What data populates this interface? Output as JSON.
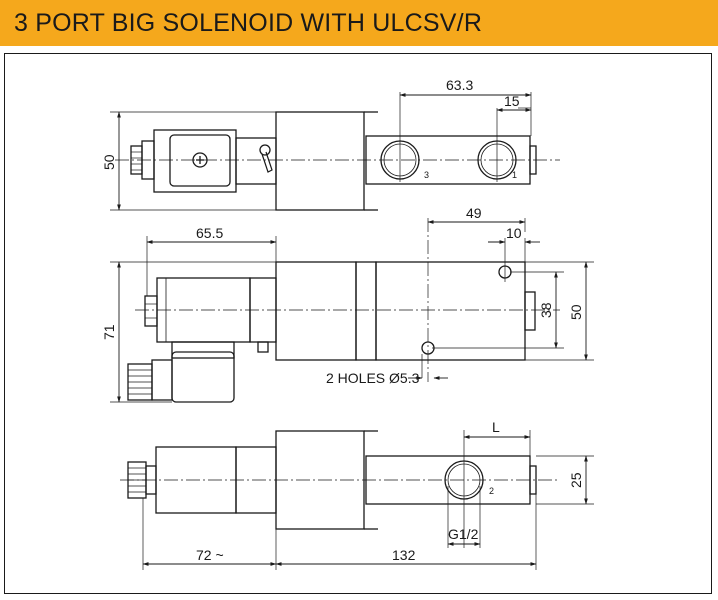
{
  "header": {
    "title": "3 PORT BIG SOLENOID WITH ULCSV/R"
  },
  "colors": {
    "header_bg": "#f5a81c",
    "line": "#1a1a1a",
    "background": "#ffffff"
  },
  "top_view": {
    "dim_length_ports": "63.3",
    "dim_port_offset": "15",
    "dim_height": "50",
    "port_label_left": "3",
    "port_label_right": "1"
  },
  "middle_view": {
    "dim_coil_length": "65.5",
    "dim_hole_offset": "49",
    "dim_hole_edge": "10",
    "dim_hole_spacing": "38",
    "dim_block_height": "50",
    "dim_total_height": "71",
    "holes_note": "2 HOLES Ø5.3"
  },
  "bottom_view": {
    "dim_port_l": "L",
    "dim_port_height": "25",
    "dim_thread": "G1/2",
    "dim_coil_length": "72 ~",
    "dim_body_length": "132",
    "port_label": "2"
  }
}
